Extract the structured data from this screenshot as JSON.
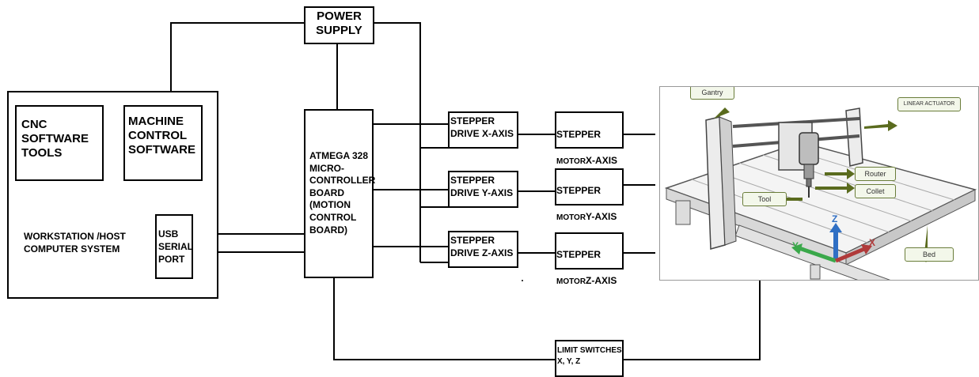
{
  "power_supply": "POWER\nSUPPLY",
  "workstation": {
    "cnc_tools": "CNC\nSOFTWARE\nTOOLS",
    "machine_control": "MACHINE\nCONTROL\nSOFTWARE",
    "host_label": "WORKSTATION /HOST\nCOMPUTER SYSTEM",
    "usb_port": "USB\nSERIAL\nPORT"
  },
  "controller": "ATMEGA 328\nMICRO-\nCONTROLLER\nBOARD\n(MOTION\nCONTROL\nBOARD)",
  "drives": {
    "x": "STEPPER\nDRIVE X-AXIS",
    "y": "STEPPER\nDRIVE Y-AXIS",
    "z": "STEPPER\nDRIVE  Z-AXIS"
  },
  "motors": {
    "x": {
      "title": "STEPPER",
      "prefix": "MOTOR",
      "axis": "X-AXIS"
    },
    "y": {
      "title": "STEPPER",
      "prefix": "MOTOR",
      "axis": "Y-AXIS"
    },
    "z": {
      "title": "STEPPER",
      "prefix": "MOTOR",
      "axis": "Z-AXIS"
    }
  },
  "limit_switches": "LIMIT SWITCHES\nX, Y, Z",
  "machine_callouts": {
    "gantry": "Gantry",
    "linear_actuator": "LINEAR ACTUATOR",
    "router": "Router",
    "collet": "Collet",
    "tool": "Tool",
    "bed": "Bed"
  },
  "axis_labels": {
    "x": "X",
    "y": "Y",
    "z": "Z"
  },
  "colors": {
    "x_axis": "#b03a3a",
    "y_axis": "#3aa84a",
    "z_axis": "#2f6fc4",
    "callout_arrow": "#5a6b1e"
  }
}
